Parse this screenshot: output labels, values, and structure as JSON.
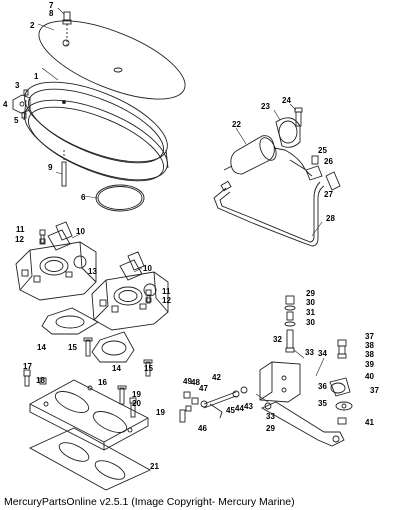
{
  "diagram": {
    "callouts": {
      "c1": "1",
      "c2": "2",
      "c3": "3",
      "c4": "4",
      "c5": "5",
      "c6": "6",
      "c7": "7",
      "c8": "8",
      "c9": "9",
      "c10a": "10",
      "c10b": "10",
      "c11": "11",
      "c12a": "12",
      "c12b": "12",
      "c13": "13",
      "c11b": "11",
      "c14a": "14",
      "c14b": "14",
      "c15a": "15",
      "c15b": "15",
      "c16": "16",
      "c17": "17",
      "c18": "18",
      "c19a": "19",
      "c19b": "19",
      "c20": "20",
      "c21": "21",
      "c22": "22",
      "c23": "23",
      "c24": "24",
      "c25": "25",
      "c26": "26",
      "c27": "27",
      "c28": "28",
      "c29a": "29",
      "c30a": "30",
      "c31": "31",
      "c30b": "30",
      "c32": "32",
      "c33a": "33",
      "c34": "34",
      "c35": "35",
      "c36": "36",
      "c37a": "37",
      "c38a": "38",
      "c38b": "38",
      "c39": "39",
      "c40": "40",
      "c37b": "37",
      "c41": "41",
      "c42": "42",
      "c43": "43",
      "c44": "44",
      "c45": "45",
      "c46": "46",
      "c47": "47",
      "c48": "48",
      "c49": "49",
      "c33b": "33",
      "c29b": "29"
    }
  },
  "footer": {
    "text": "MercuryPartsOnline v2.5.1 (Image Copyright- Mercury Marine)"
  }
}
